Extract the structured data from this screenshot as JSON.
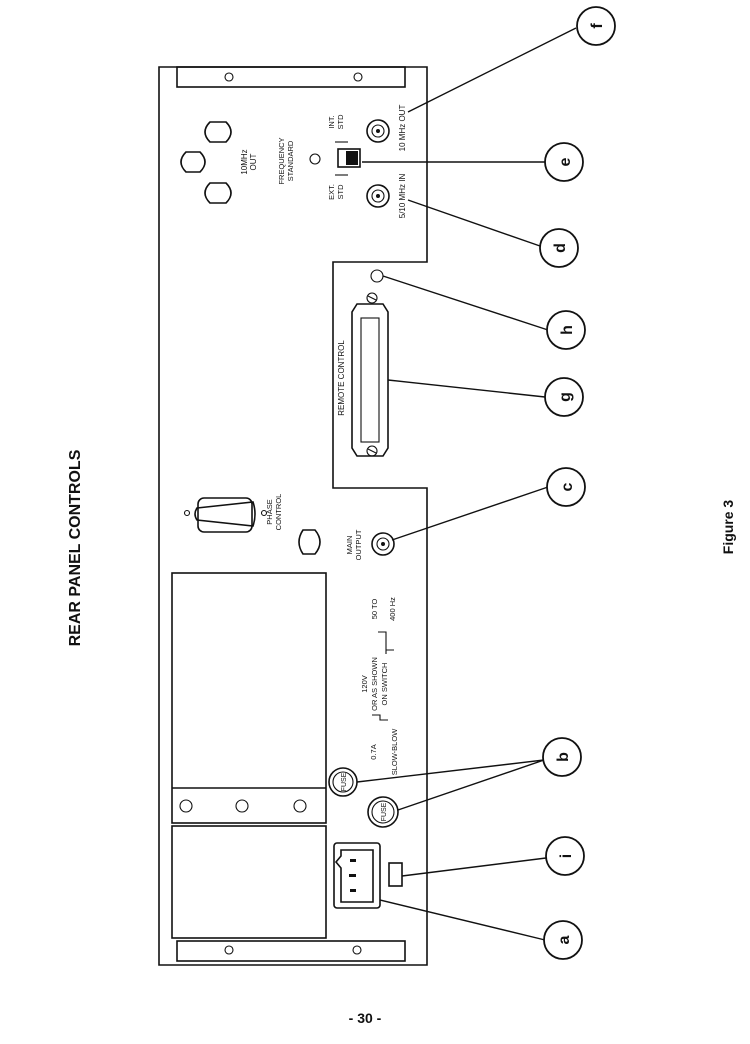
{
  "page": {
    "heading": "REAR PANEL CONTROLS",
    "figure_caption": "Figure 3",
    "page_number": "- 30 -"
  },
  "panel": {
    "ten_mhz_out_top": "10MHz",
    "ten_mhz_out_bottom": "OUT",
    "freq_std_top": "FREQUENCY",
    "freq_std_bottom": "STANDARD",
    "int_std_top": "INT.",
    "int_std_bottom": "STD",
    "ext_std_top": "EXT.",
    "ext_std_bottom": "STD",
    "ten_mhz_out_bnc": "10 MHz OUT",
    "ref_in_bnc": "5/10 MHz IN",
    "remote_control": "REMOTE  CONTROL",
    "phase_control_top": "PHASE",
    "phase_control_bottom": "CONTROL",
    "main_output_top": "MAIN",
    "main_output_bottom": "OUTPUT",
    "range_freq_top": "50 TO",
    "range_freq_bottom": "400 Hz",
    "range_volt_1": "120V",
    "range_volt_2": "OR AS SHOWN",
    "range_volt_3": "ON SWITCH",
    "fuse_rating_top": "0.7A",
    "fuse_rating_bottom": "SLOW-BLOW",
    "fuse_label_1": "FUSE",
    "fuse_label_2": "FUSE"
  },
  "callouts": {
    "a": "a",
    "b": "b",
    "c": "c",
    "d": "d",
    "e": "e",
    "f": "f",
    "g": "g",
    "h": "h",
    "i": "i"
  }
}
